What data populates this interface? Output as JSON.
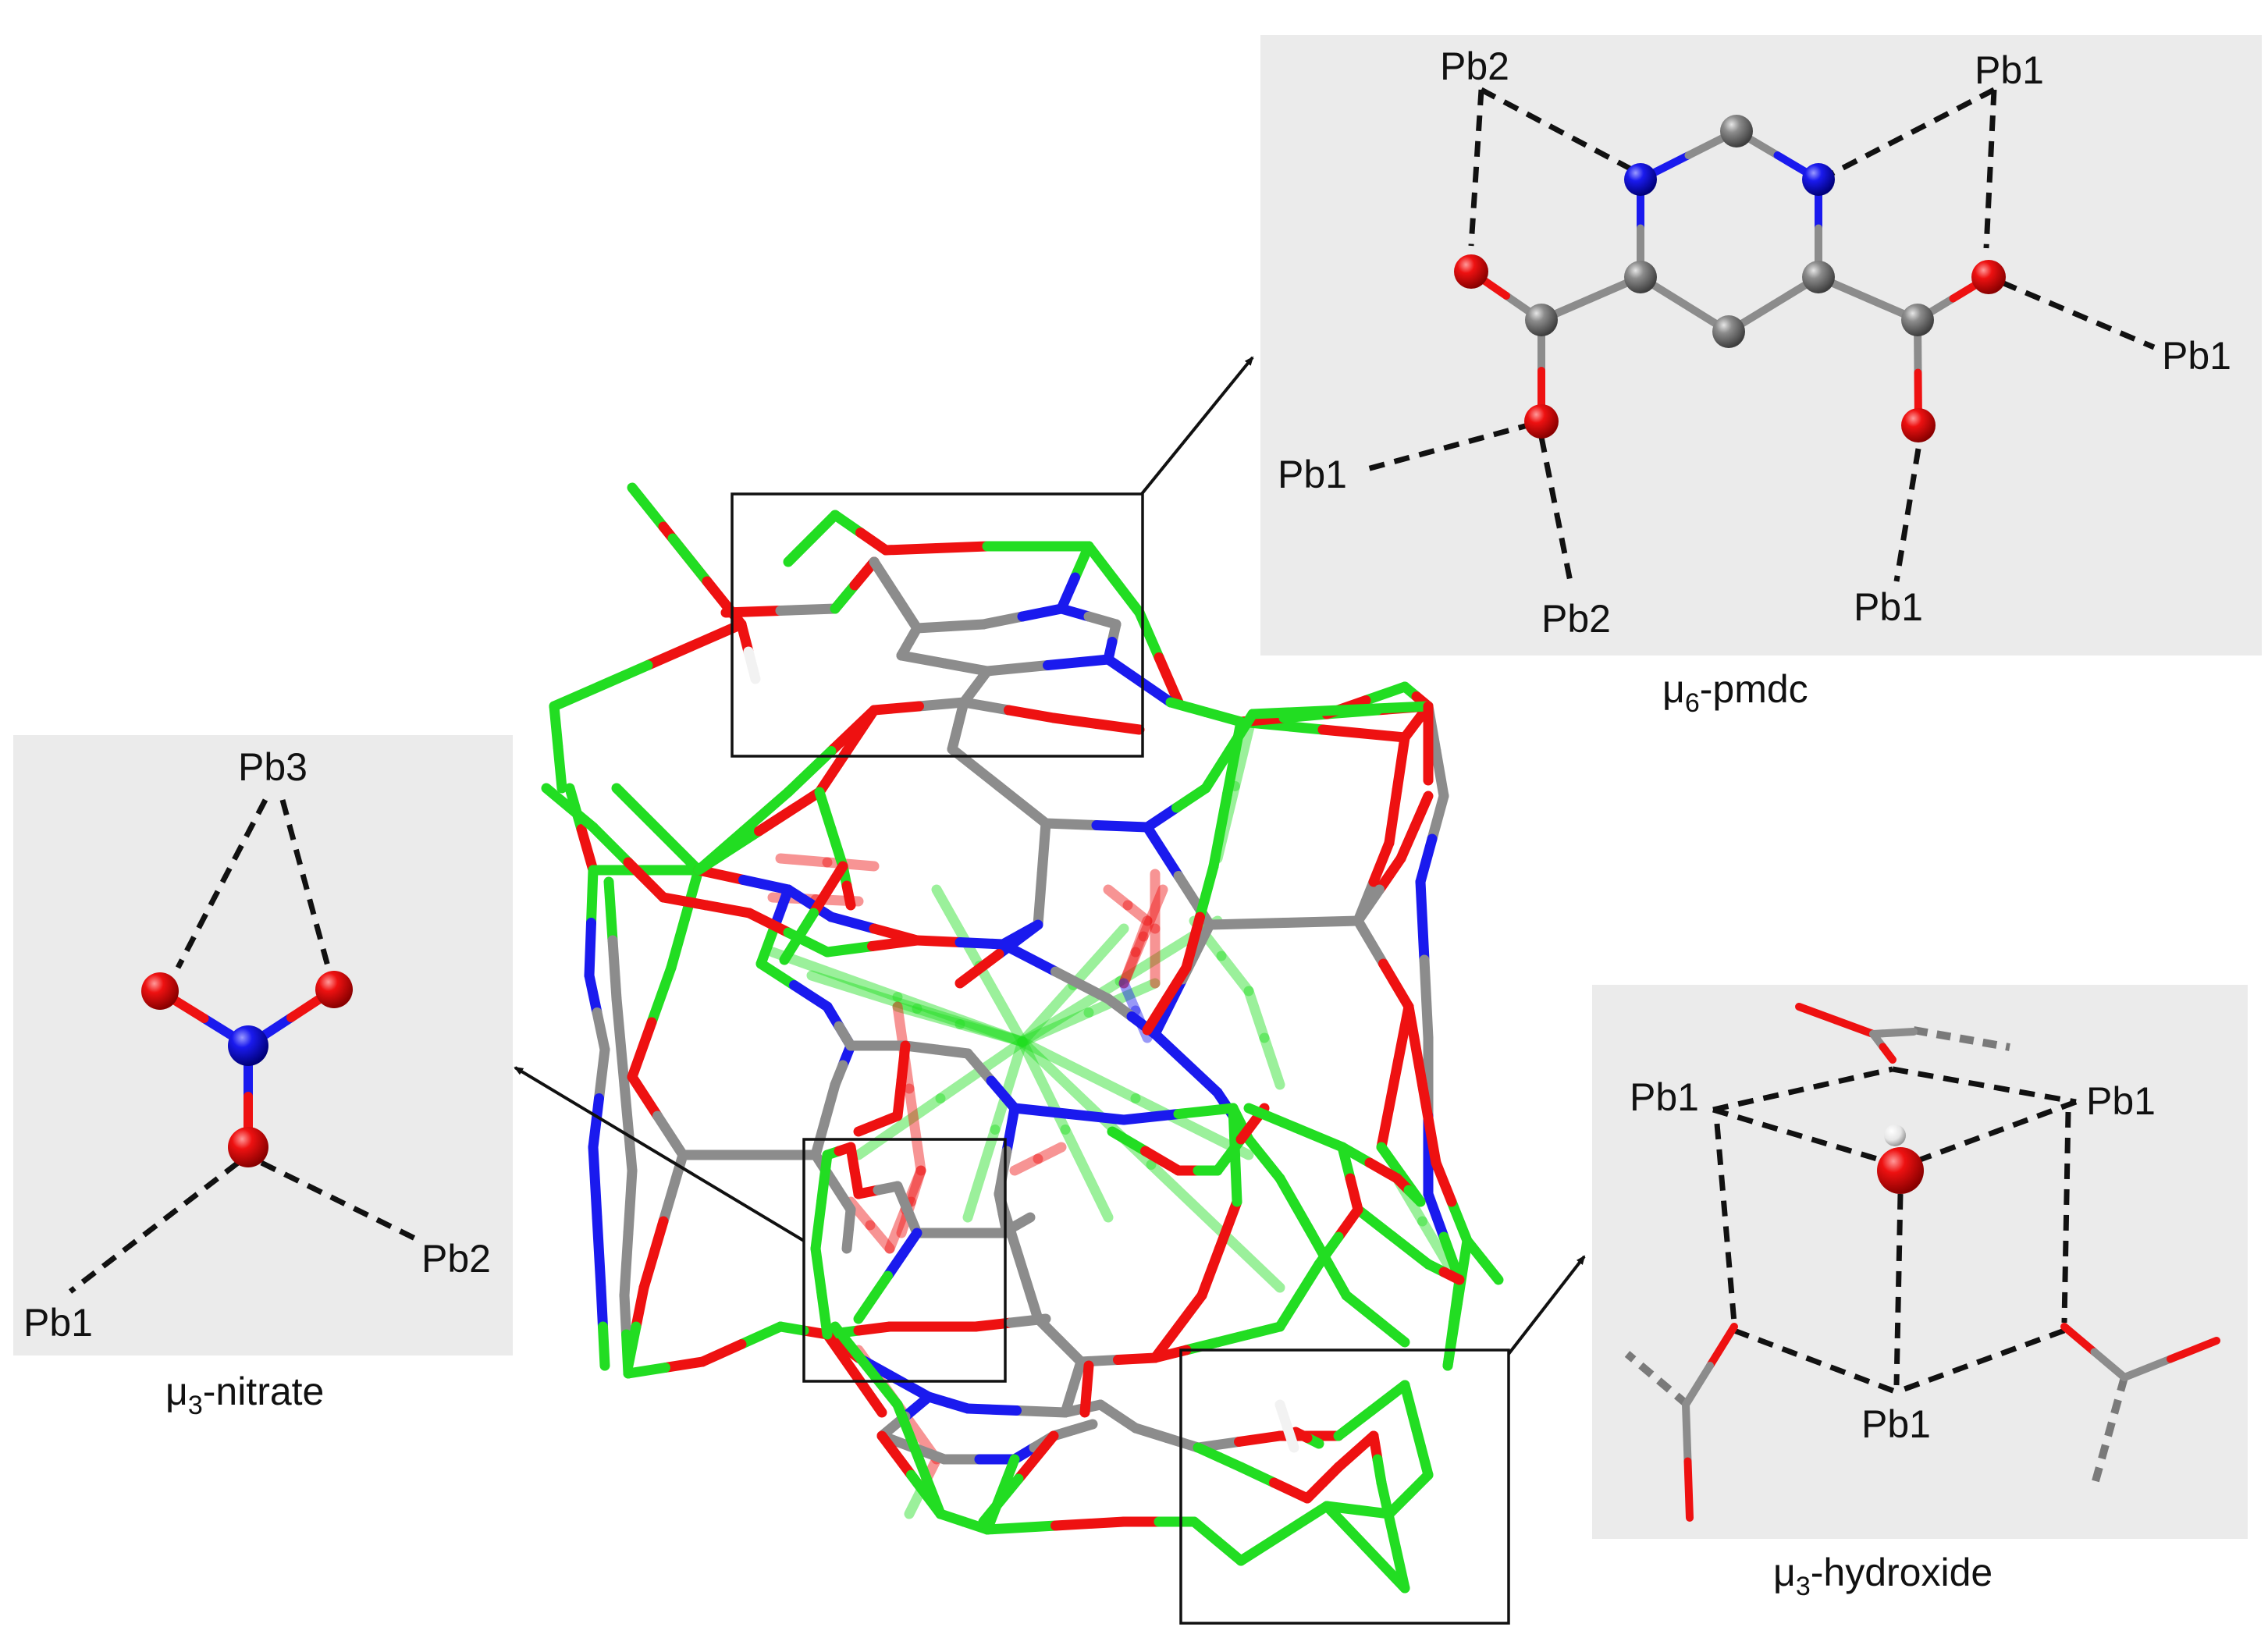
{
  "colors": {
    "lead": "#22dd22",
    "oxygen": "#ee1111",
    "nitrogen": "#1a1aee",
    "carbon": "#8c8c8c",
    "hydrogen": "#f2f2f2",
    "panel": "#ebebeb"
  },
  "panels": {
    "pmdc": {
      "caption_prefix": "μ",
      "caption_sub": "6",
      "caption_suffix": "-pmdc",
      "labels": [
        "Pb2",
        "Pb1",
        "Pb1",
        "Pb1",
        "Pb2",
        "Pb1"
      ]
    },
    "nitrate": {
      "caption_prefix": "μ",
      "caption_sub": "3",
      "caption_suffix": "-nitrate",
      "labels": [
        "Pb3",
        "Pb1",
        "Pb2"
      ]
    },
    "hydroxide": {
      "caption_prefix": "μ",
      "caption_sub": "3",
      "caption_suffix": "-hydroxide",
      "labels": [
        "Pb1",
        "Pb1",
        "Pb1"
      ]
    }
  }
}
